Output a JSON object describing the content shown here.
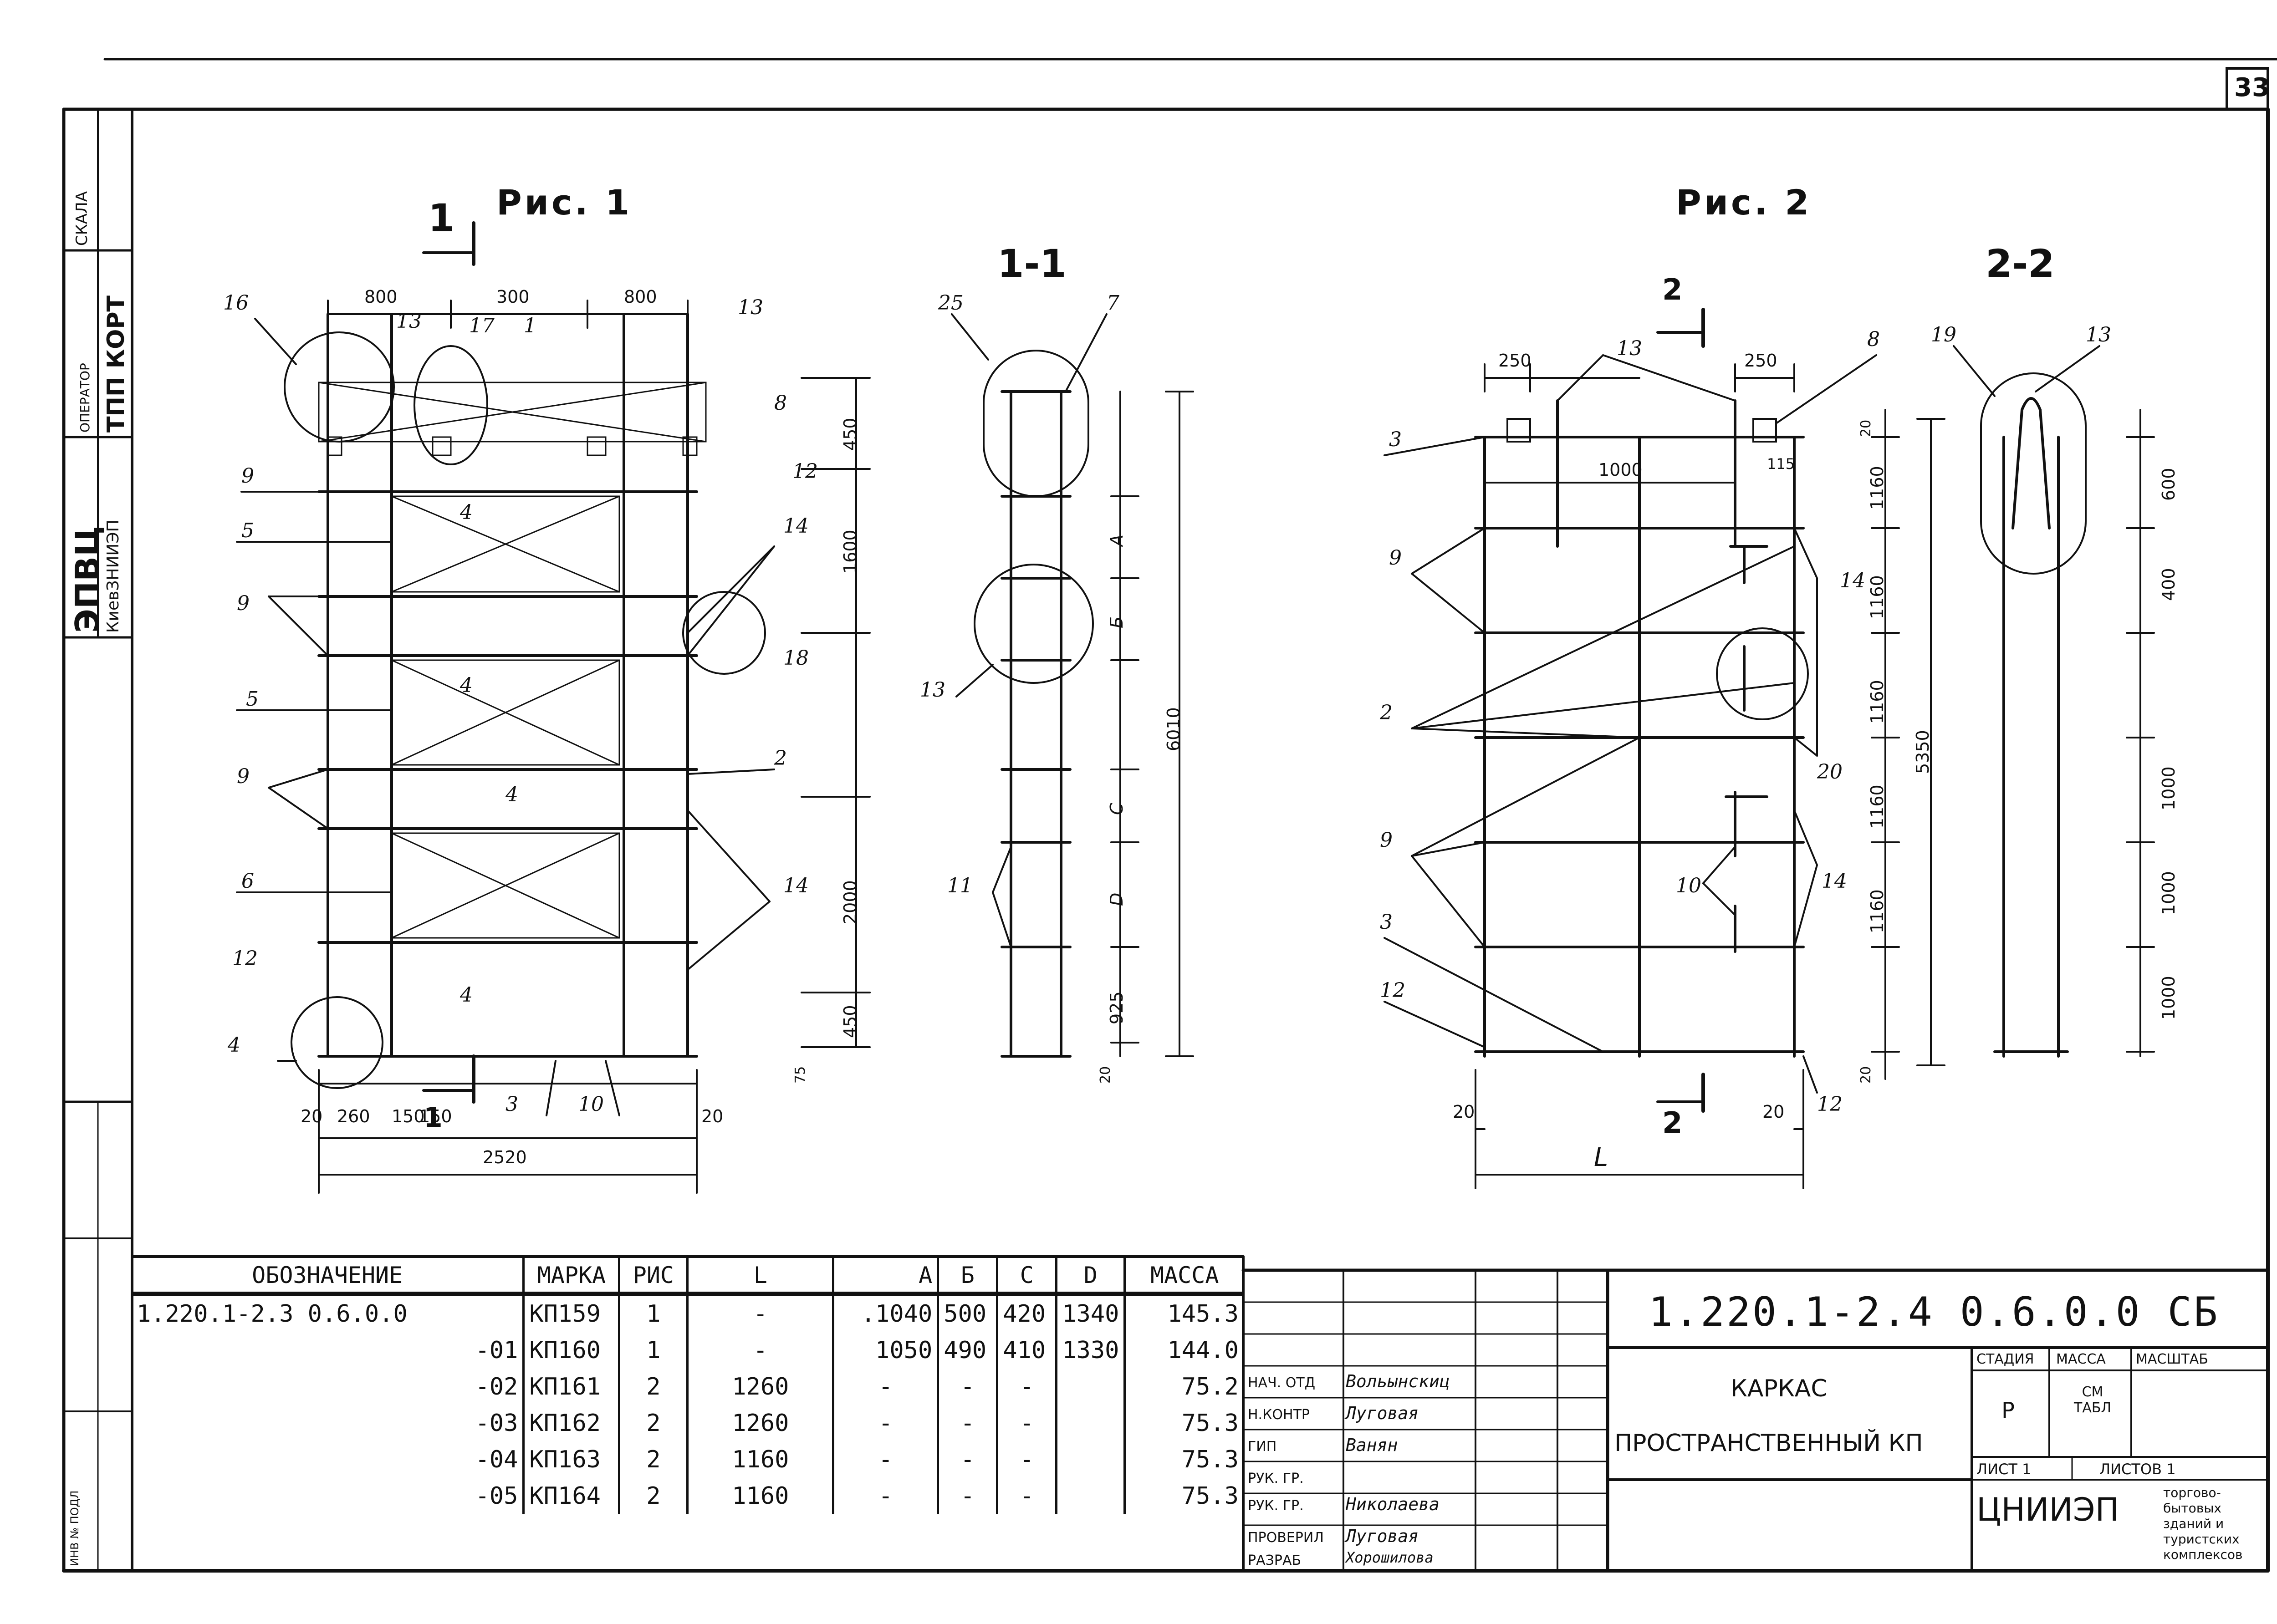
{
  "sheet_number": "33",
  "figure_1": {
    "title": "Рис. 1",
    "section_mark": "1",
    "section_title": "1-1",
    "dims_top": [
      "800",
      "300",
      "800"
    ],
    "dims_bottom": [
      "20",
      "260",
      "150",
      "150",
      "20"
    ],
    "dim_total": "2520",
    "dims_right": [
      "450",
      "1600",
      "2000",
      "450",
      "75"
    ],
    "leaders": [
      "16",
      "13",
      "17",
      "1",
      "13",
      "8",
      "12",
      "9",
      "5",
      "4",
      "14",
      "9",
      "18",
      "4",
      "5",
      "2",
      "9",
      "4",
      "6",
      "14",
      "12",
      "4",
      "4",
      "3",
      "10"
    ]
  },
  "section_1_1": {
    "leaders": [
      "25",
      "7",
      "13",
      "11"
    ],
    "dims": [
      "A",
      "Б",
      "C",
      "D",
      "925",
      "20",
      "6010"
    ]
  },
  "figure_2": {
    "title": "Рис. 2",
    "section_mark": "2",
    "section_title": "2-2",
    "dims_top": [
      "250",
      "250",
      "1000",
      "115"
    ],
    "dims_right": [
      "20",
      "1160",
      "1160",
      "1160",
      "1160",
      "1160",
      "20",
      "5350"
    ],
    "dims_bottom": [
      "20",
      "20",
      "L"
    ],
    "leaders": [
      "3",
      "13",
      "8",
      "9",
      "14",
      "2",
      "20",
      "9",
      "10",
      "14",
      "3",
      "12",
      "12"
    ]
  },
  "section_2_2": {
    "leaders": [
      "19",
      "13"
    ],
    "dims": [
      "600",
      "400",
      "1000",
      "1000",
      "1000"
    ]
  },
  "spec_table": {
    "headers": [
      "ОБОЗНАЧЕНИЕ",
      "МАРКА",
      "РИС",
      "L",
      "A",
      "Б",
      "C",
      "D",
      "МАССА"
    ],
    "rows": [
      [
        "1.220.1-2.3 0.6.0.0",
        "КП159",
        "1",
        "-",
        ".1040",
        "500",
        "420",
        "1340",
        "145.3"
      ],
      [
        "-01",
        "КП160",
        "1",
        "-",
        "1050",
        "490",
        "410",
        "1330",
        "144.0"
      ],
      [
        "-02",
        "КП161",
        "2",
        "1260",
        "-",
        "-",
        "-",
        "",
        "75.2"
      ],
      [
        "-03",
        "КП162",
        "2",
        "1260",
        "-",
        "-",
        "-",
        "",
        "75.3"
      ],
      [
        "-04",
        "КП163",
        "2",
        "1160",
        "-",
        "-",
        "-",
        "",
        "75.3"
      ],
      [
        "-05",
        "КП164",
        "2",
        "1160",
        "-",
        "-",
        "-",
        "",
        "75.3"
      ]
    ]
  },
  "title_block": {
    "doc_code": "1.220.1-2.4 0.6.0.0 СБ",
    "name_line1": "КАРКАС",
    "name_line2": "ПРОСТРАНСТВЕННЫЙ  КП",
    "headers": [
      "СТАДИЯ",
      "МАССА",
      "МАСШТАБ"
    ],
    "stage": "Р",
    "mass": "СМ ТАБЛ",
    "sheet": "ЛИСТ 1",
    "sheets": "ЛИСТОВ 1",
    "org": "ЦНИИЭП",
    "org_desc": [
      "торгово-",
      "бытовых",
      "зданий и",
      "туристских",
      "комплексов"
    ],
    "signatures": [
      {
        "role": "НАЧ. ОТД",
        "name": "Вольынскиц"
      },
      {
        "role": "Н.КОНТР",
        "name": "Луговая"
      },
      {
        "role": "ГИП",
        "name": "Ванян"
      },
      {
        "role": "РУК. ГР.",
        "name": ""
      },
      {
        "role": "РУК. ГР.",
        "name": "Николаева"
      },
      {
        "role": "ПРОВЕРИЛ",
        "name": "Луговая"
      },
      {
        "role": "РАЗРАБ",
        "name": "Хорошилова"
      }
    ]
  },
  "left_strip": {
    "stamp_main": "ЭПВЦ",
    "stamp_sub": "КиевЗНИИЭП",
    "operator_label": "ОПЕРАТОР",
    "operator": "ТПП КОРТ",
    "skala": "СКАЛА",
    "inv": "ИНВ № ПОДЛ"
  }
}
